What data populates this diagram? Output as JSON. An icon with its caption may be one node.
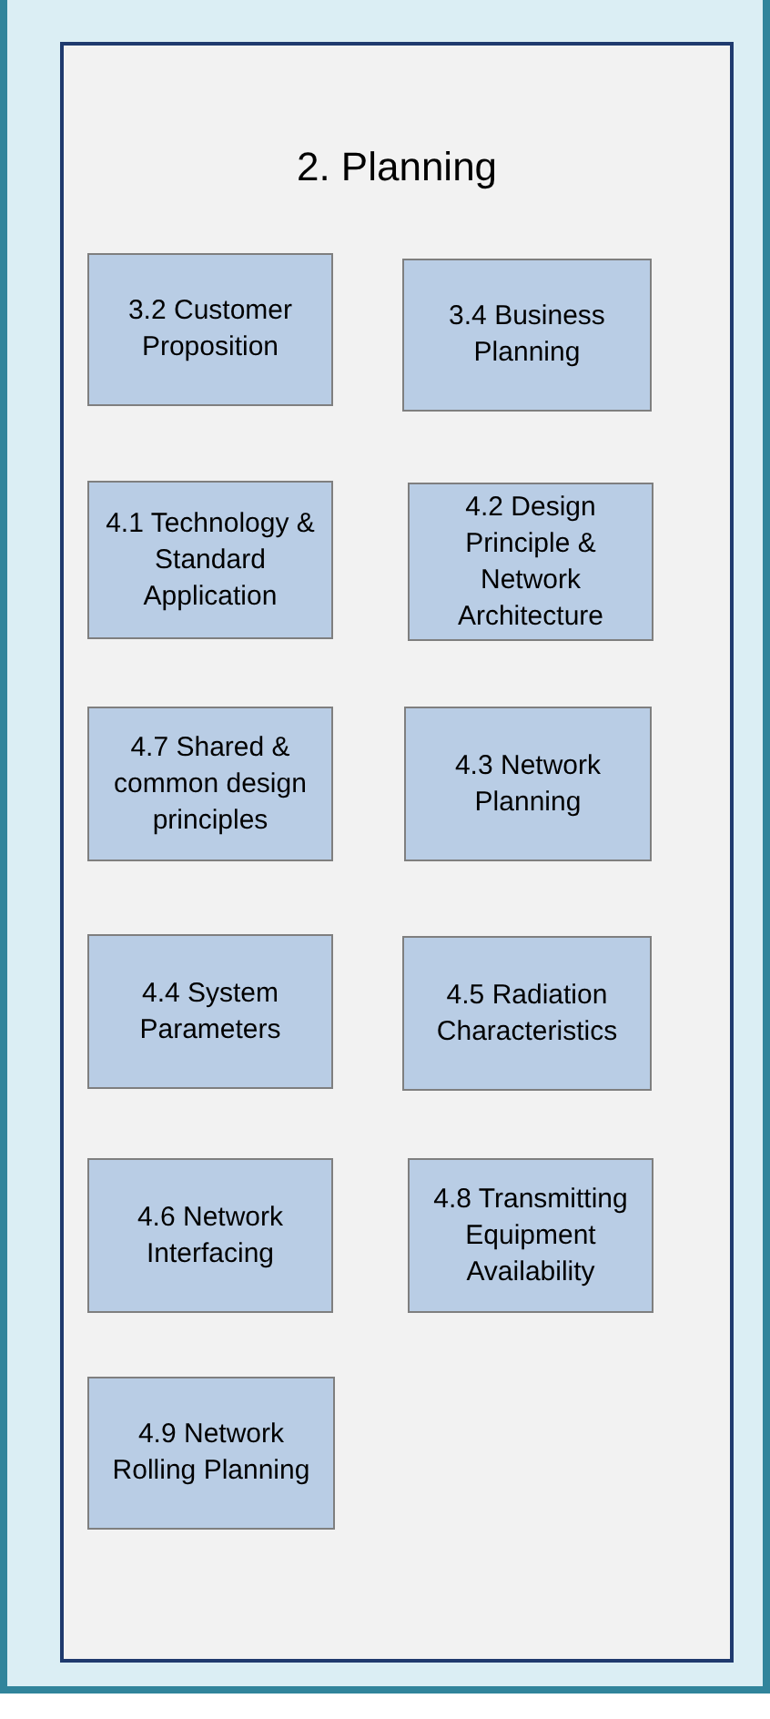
{
  "diagram": {
    "nodes": [
      {
        "text": [
          "2. Planning"
        ]
      },
      {
        "text": [
          "3.2 Customer Proposition"
        ],
        "in": 0
      },
      {
        "text": [
          "3.4 Business Planning"
        ],
        "in": 0
      },
      {
        "text": [
          "4.1 Technology & Standard Application"
        ],
        "in": 0
      },
      {
        "text": [
          "4.2 Design Principle & Network Architecture"
        ],
        "in": 0
      },
      {
        "text": [
          "4.7 Shared & common design principles"
        ],
        "in": 0
      },
      {
        "text": [
          "4.3 Network Planning"
        ],
        "in": 0
      },
      {
        "text": [
          "4.4 System Parameters"
        ],
        "in": 0
      },
      {
        "text": [
          "4.5 Radiation Characteristics"
        ],
        "in": 0
      },
      {
        "text": [
          "4.6 Network Interfacing"
        ],
        "in": 0
      },
      {
        "text": [
          "4.8 Transmitting Equipment Availability"
        ],
        "in": 0
      },
      {
        "text": [
          "4.9 Network Rolling Planning"
        ],
        "in": 0
      }
    ]
  }
}
